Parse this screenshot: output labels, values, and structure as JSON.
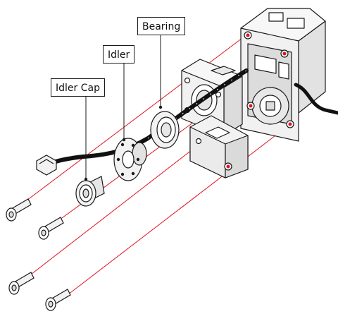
{
  "labels": {
    "bearing": "Bearing",
    "idler": "Idler",
    "idler_cap": "Idler Cap"
  },
  "colors": {
    "guide_line": "#e0141e",
    "outline": "#1a1a1a",
    "body_fill": "#f4f4f4",
    "shade_fill": "#dedede",
    "cable": "#111111"
  },
  "parts": [
    "motor-housing",
    "mounting-bracket",
    "cover-plate",
    "bearing",
    "idler",
    "idler-cap",
    "screw",
    "screw",
    "screw",
    "screw",
    "cable",
    "connector"
  ]
}
